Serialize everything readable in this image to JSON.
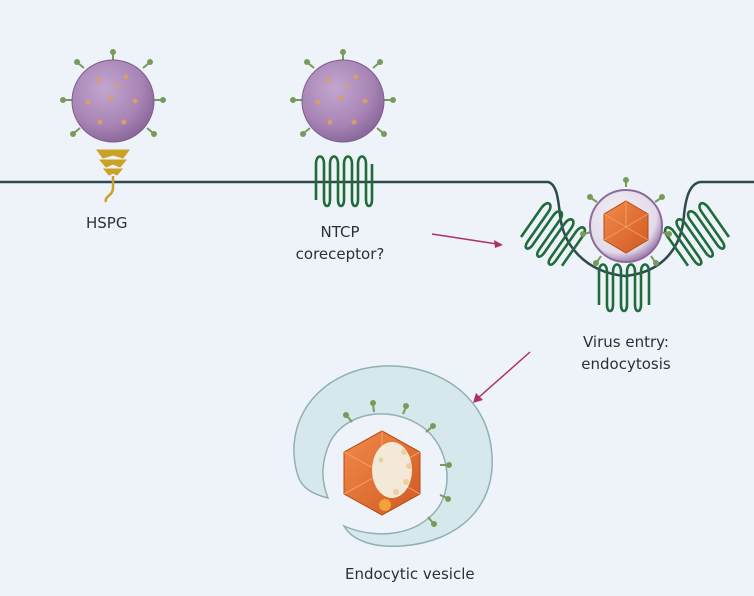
{
  "labels": {
    "hspg": "HSPG",
    "ntcp_line1": "NTCP",
    "ntcp_line2": "coreceptor?",
    "entry_line1": "Virus entry:",
    "entry_line2": "endocytosis",
    "vesicle": "Endocytic vesicle"
  },
  "colors": {
    "background": "#eef2f9",
    "membrane": "#2f4a4e",
    "virus_body": "#a784b4",
    "virus_spots": "#d59f6c",
    "spike": "#7a9a5a",
    "receptor_coil": "#1f6b3a",
    "hspg": "#c9a227",
    "capsid": "#e06a2a",
    "vesicle_fill": "#d6e8ec",
    "arrow": "#b0306a"
  }
}
